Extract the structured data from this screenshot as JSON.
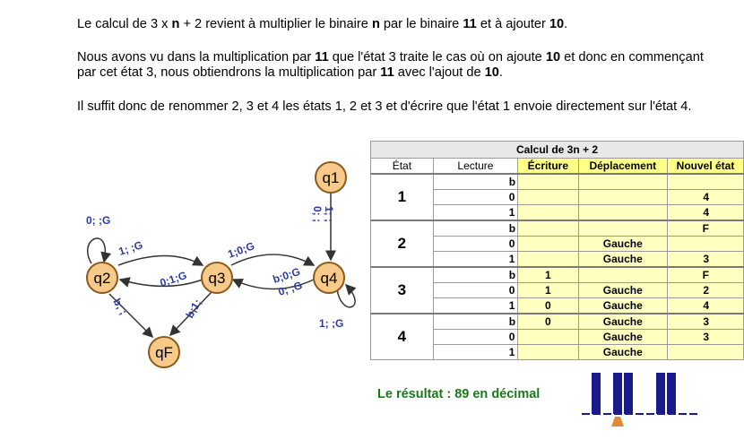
{
  "text": {
    "p1": [
      {
        "t": "Le calcul de 3 x ",
        "b": false
      },
      {
        "t": "n",
        "b": true
      },
      {
        "t": " + 2 revient à multiplier le binaire ",
        "b": false
      },
      {
        "t": "n",
        "b": true
      },
      {
        "t": " par le binaire ",
        "b": false
      },
      {
        "t": "11",
        "b": true
      },
      {
        "t": " et à ajouter ",
        "b": false
      },
      {
        "t": "10",
        "b": true
      },
      {
        "t": ".",
        "b": false
      }
    ],
    "p2": [
      {
        "t": "Nous avons vu dans la multiplication par ",
        "b": false
      },
      {
        "t": "11",
        "b": true
      },
      {
        "t": " que l'état 3 traite le cas où on ajoute ",
        "b": false
      },
      {
        "t": "10",
        "b": true
      },
      {
        "t": " et donc en commençant par cet état 3, nous obtiendrons la multiplication par ",
        "b": false
      },
      {
        "t": "11",
        "b": true
      },
      {
        "t": " avec l'ajout de ",
        "b": false
      },
      {
        "t": "10",
        "b": true
      },
      {
        "t": ".",
        "b": false
      }
    ],
    "p3": [
      {
        "t": "Il suffit donc de renommer 2, 3 et 4 les états 1, 2 et 3 et d'écrire que l'état 1 envoie directement sur l'état 4.",
        "b": false
      }
    ]
  },
  "diagram": {
    "states": {
      "q1": "q1",
      "q2": "q2",
      "q3": "q3",
      "q4": "q4",
      "qF": "qF"
    },
    "edges": {
      "q1_q4": "0; ;",
      "q1_q4_b": "1; ;",
      "q2_self": "0; ;G",
      "q2_q3": "1; ;G",
      "q3_q2": "0;1;G",
      "q3_q4": "1;0;G",
      "q4_q3_a": "b;0;G",
      "q4_q3_b": "0; ;G",
      "q4_self": "1; ;G",
      "q2_qF": "b; ;",
      "q3_qF": "b;1;"
    }
  },
  "table": {
    "title": "Calcul de 3n + 2",
    "headers": [
      "État",
      "Lecture",
      "Écriture",
      "Déplacement",
      "Nouvel état"
    ],
    "groups": [
      {
        "etat": "1",
        "rows": [
          {
            "lecture": "b",
            "ecriture": "",
            "deplacement": "",
            "nouvel": ""
          },
          {
            "lecture": "0",
            "ecriture": "",
            "deplacement": "",
            "nouvel": "4"
          },
          {
            "lecture": "1",
            "ecriture": "",
            "deplacement": "",
            "nouvel": "4"
          }
        ]
      },
      {
        "etat": "2",
        "rows": [
          {
            "lecture": "b",
            "ecriture": "",
            "deplacement": "",
            "nouvel": "F"
          },
          {
            "lecture": "0",
            "ecriture": "",
            "deplacement": "Gauche",
            "nouvel": ""
          },
          {
            "lecture": "1",
            "ecriture": "",
            "deplacement": "Gauche",
            "nouvel": "3"
          }
        ]
      },
      {
        "etat": "3",
        "rows": [
          {
            "lecture": "b",
            "ecriture": "1",
            "deplacement": "",
            "nouvel": "F"
          },
          {
            "lecture": "0",
            "ecriture": "1",
            "deplacement": "Gauche",
            "nouvel": "2"
          },
          {
            "lecture": "1",
            "ecriture": "0",
            "deplacement": "Gauche",
            "nouvel": "4"
          }
        ]
      },
      {
        "etat": "4",
        "rows": [
          {
            "lecture": "b",
            "ecriture": "0",
            "deplacement": "Gauche",
            "nouvel": "3"
          },
          {
            "lecture": "0",
            "ecriture": "",
            "deplacement": "Gauche",
            "nouvel": "3"
          },
          {
            "lecture": "1",
            "ecriture": "",
            "deplacement": "Gauche",
            "nouvel": ""
          }
        ]
      }
    ]
  },
  "result": "Le résultat : 89 en décimal",
  "tape": {
    "cells": [
      0,
      1,
      0,
      1,
      1,
      0,
      0,
      1,
      1,
      0,
      0
    ],
    "color_bar": "#1a1a8c",
    "color_head": "#e08a3a",
    "head_index": 3
  },
  "colors": {
    "node_fill": "#f7c98a",
    "node_stroke": "#8a5a1a",
    "edge_label": "#2a3aa0",
    "header_yellow": "#ffff8a",
    "cell_yellow": "#ffffc0",
    "result_green": "#1a7a1a"
  }
}
